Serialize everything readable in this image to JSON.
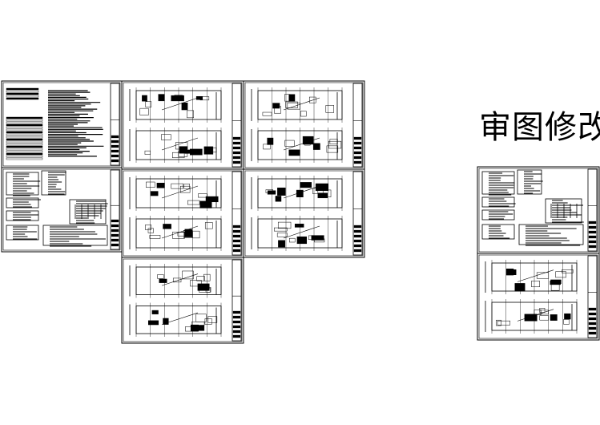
{
  "revision_title": "审图修改",
  "colors": {
    "line": "#000000",
    "background": "#ffffff"
  },
  "sheets": [
    {
      "id": "notes-sheet",
      "kind": "notes"
    },
    {
      "id": "system-diagram-sheet-1",
      "kind": "system"
    },
    {
      "id": "floor-plan-sheet-1",
      "kind": "plan"
    },
    {
      "id": "floor-plan-sheet-2",
      "kind": "plan"
    },
    {
      "id": "floor-plan-sheet-3",
      "kind": "plan"
    },
    {
      "id": "floor-plan-sheet-4",
      "kind": "plan"
    },
    {
      "id": "floor-plan-sheet-5",
      "kind": "plan"
    },
    {
      "id": "revised-system-diagram-sheet",
      "kind": "system"
    },
    {
      "id": "revised-floor-plan-sheet",
      "kind": "plan"
    }
  ]
}
